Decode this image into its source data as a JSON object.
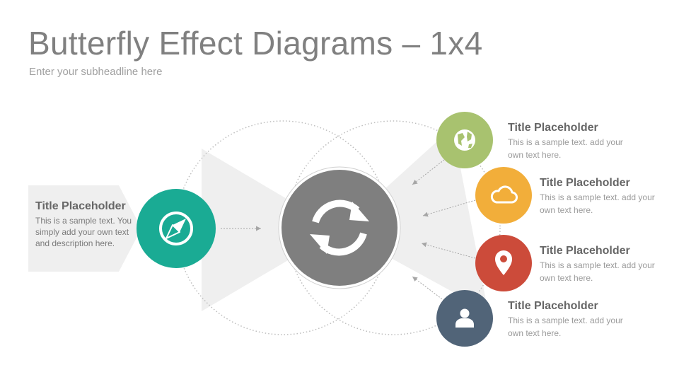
{
  "header": {
    "title": "Butterfly Effect Diagrams – 1x4",
    "subtitle": "Enter your subheadline here"
  },
  "left_item": {
    "title": "Title Placeholder",
    "text": "This is a sample text. You simply add your own text and description here.",
    "icon": "compass-icon",
    "color": "#1aab94"
  },
  "center": {
    "icon": "sync-icon",
    "color": "#7f7f7f"
  },
  "right_items": [
    {
      "title": "Title Placeholder",
      "text": "This is a sample text. add your own text here.",
      "icon": "globe-icon",
      "color": "#a8c26f"
    },
    {
      "title": "Title Placeholder",
      "text": "This is a sample text. add your own text here.",
      "icon": "cloud-icon",
      "color": "#f2ae3a"
    },
    {
      "title": "Title Placeholder",
      "text": "This is a sample text. add your own text here.",
      "icon": "location-pin-icon",
      "color": "#cc4b3a"
    },
    {
      "title": "Title Placeholder",
      "text": "This is a sample text. add your own text here.",
      "icon": "user-icon",
      "color": "#516478"
    }
  ]
}
